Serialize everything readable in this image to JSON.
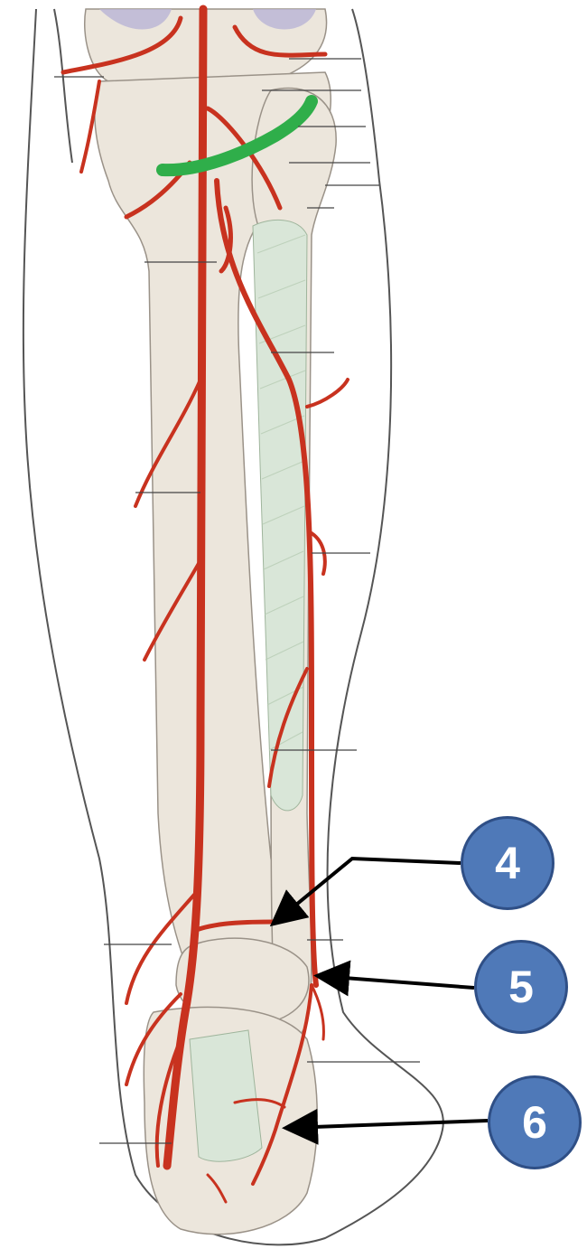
{
  "diagram": {
    "labels": [
      {
        "id": "4",
        "text": "4"
      },
      {
        "id": "5",
        "text": "5"
      },
      {
        "id": "6",
        "text": "6"
      }
    ],
    "colors": {
      "artery": "#c8321f",
      "bone": "#ece6dc",
      "membrane": "#d9e6d8",
      "highlight": "#2fae4a",
      "badge_fill": "#4f79b8",
      "badge_border": "#2f4f86",
      "outline": "#555555"
    }
  }
}
